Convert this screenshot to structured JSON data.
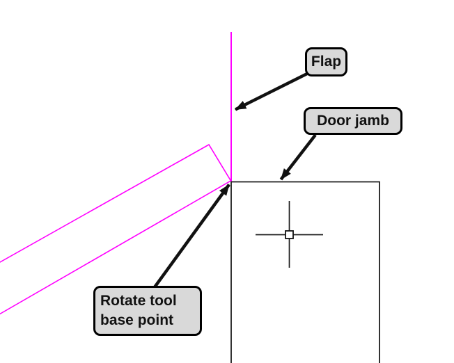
{
  "callouts": {
    "flap": {
      "label": "Flap"
    },
    "door_jamb": {
      "label": "Door jamb"
    },
    "rotate_base": {
      "line1": "Rotate tool",
      "line2": "base point"
    }
  },
  "colors": {
    "background": "#FFFFFF",
    "flap_magenta": "#FF00FF",
    "drawing_line": "#1C1C1C",
    "arrow_black": "#111111",
    "callout_fill": "#D9D9D9",
    "callout_border": "#000000",
    "callout_text": "#111111",
    "pickbox_fill": "#FFFFFF"
  },
  "icons": {
    "crosshair": "crosshair-cursor-icon",
    "pickbox": "pickbox-icon",
    "arrowhead": "arrowhead-icon"
  }
}
